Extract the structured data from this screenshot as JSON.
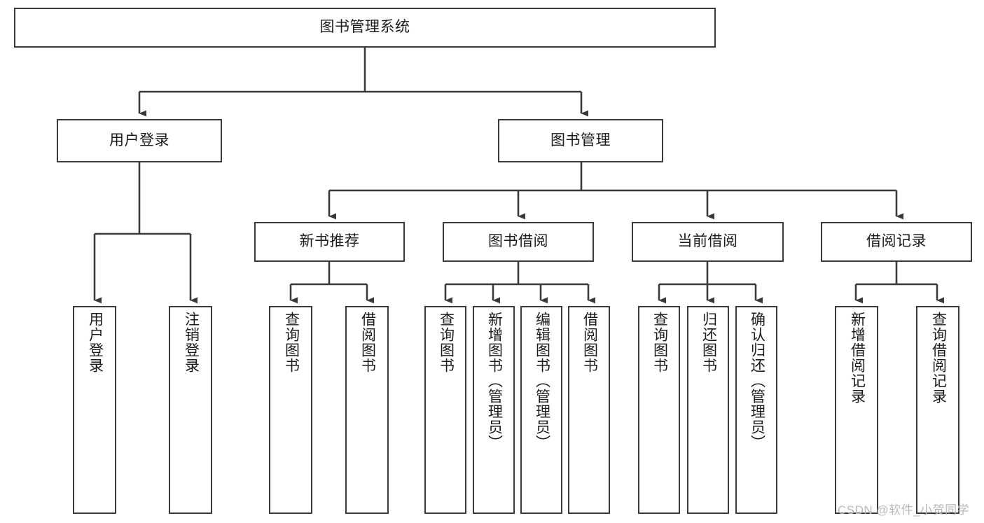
{
  "diagram": {
    "title": "图书管理系统",
    "type": "tree-hierarchy-chart",
    "line_color": "#3a3a3a",
    "box_fill": "#ffffff",
    "text_color": "#1b1b1b",
    "root": {
      "label": "图书管理系统"
    },
    "level1": [
      {
        "label": "用户登录"
      },
      {
        "label": "图书管理"
      }
    ],
    "level2": [
      {
        "label": "新书推荐"
      },
      {
        "label": "图书借阅"
      },
      {
        "label": "当前借阅"
      },
      {
        "label": "借阅记录"
      }
    ],
    "leaves": {
      "user_login": [
        {
          "label": "用户登录"
        },
        {
          "label": "注销登录"
        }
      ],
      "new_book_recommend": [
        {
          "label": "查询图书"
        },
        {
          "label": "借阅图书"
        }
      ],
      "book_borrow": [
        {
          "label": "查询图书"
        },
        {
          "label": "新增图书（管理员）"
        },
        {
          "label": "编辑图书（管理员）"
        },
        {
          "label": "借阅图书"
        }
      ],
      "current_borrow": [
        {
          "label": "查询图书"
        },
        {
          "label": "归还图书"
        },
        {
          "label": "确认归还（管理员）"
        }
      ],
      "borrow_records": [
        {
          "label": "新增借阅记录"
        },
        {
          "label": "查询借阅记录"
        }
      ]
    },
    "watermark": "CSDN @软件_小贺同学"
  }
}
